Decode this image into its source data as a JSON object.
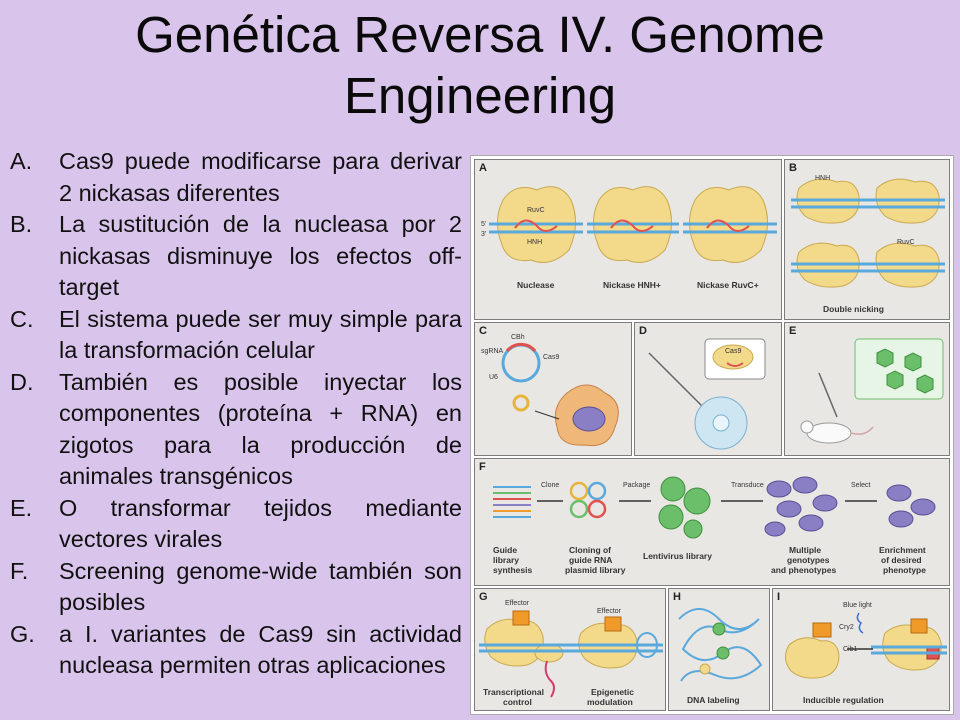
{
  "slide": {
    "title_line1": "Genética Reversa IV. Genome",
    "title_line2": "Engineering",
    "items": [
      {
        "marker": "A.",
        "text": "Cas9 puede modificarse para derivar 2 nickasas diferentes"
      },
      {
        "marker": "B.",
        "text": "La sustitución de la nucleasa por 2 nickasas disminuye los efectos off-target"
      },
      {
        "marker": "C.",
        "text": "El sistema puede ser muy simple para la transformación celular"
      },
      {
        "marker": "D.",
        "text": "También es posible inyectar los componentes (proteína + RNA) en zigotos para la producción de animales transgénicos"
      },
      {
        "marker": "E.",
        "text": "O transformar tejidos mediante vectores virales"
      },
      {
        "marker": "F.",
        "text": "Screening genome-wide también son posibles"
      },
      {
        "marker": "G.",
        "text": "a I. variantes de Cas9 sin actividad nucleasa permiten otras aplicaciones"
      }
    ]
  },
  "figure": {
    "panels": {
      "a": {
        "letter": "A",
        "labels": [
          "Nuclease",
          "Nickase HNH+",
          "Nickase RuvC+"
        ],
        "domains": [
          "RuvC",
          "HNH"
        ],
        "strand_5": "5'",
        "strand_3": "3'"
      },
      "b": {
        "letter": "B",
        "caption": "Double nicking",
        "domains": [
          "HNH",
          "RuvC"
        ]
      },
      "c": {
        "letter": "C",
        "components": [
          "CBh",
          "sgRNA",
          "U6",
          "Cas9"
        ]
      },
      "d": {
        "letter": "D",
        "label": "Cas9"
      },
      "e": {
        "letter": "E"
      },
      "f": {
        "letter": "F",
        "steps": [
          "Clone",
          "Package",
          "Transduce",
          "Select"
        ],
        "stages": [
          [
            "Guide",
            "library",
            "synthesis"
          ],
          [
            "Cloning of",
            "guide RNA",
            "plasmid library"
          ],
          [
            "Lentivirus library"
          ],
          [
            "Multiple",
            "genotypes",
            "and phenotypes"
          ],
          [
            "Enrichment",
            "of desired",
            "phenotype"
          ]
        ]
      },
      "g": {
        "letter": "G",
        "labels": [
          "Effector",
          "Effector"
        ],
        "captions": [
          [
            "Transcriptional",
            "control"
          ],
          [
            "Epigenetic",
            "modulation"
          ]
        ]
      },
      "h": {
        "letter": "H",
        "caption": "DNA labeling"
      },
      "i": {
        "letter": "I",
        "labels": [
          "Blue light",
          "Cry2",
          "Cib1"
        ],
        "caption": "Inducible regulation"
      }
    },
    "colors": {
      "protein": "#f3d98a",
      "dna": "#5aa9dc",
      "rna": "#e0524f",
      "cell": "#8a7fc4",
      "virus": "#6bbf6a",
      "effector": "#f09a2a"
    }
  }
}
